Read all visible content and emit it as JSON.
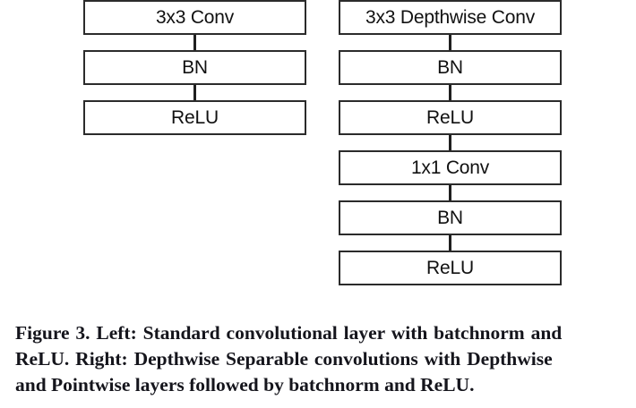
{
  "figure": {
    "label": "Figure 3.",
    "caption_lines": [
      "Figure 3. Left:  Standard convolutional layer with batchnorm and",
      "ReLU. Right: Depthwise Separable convolutions with Depthwise",
      "and Pointwise layers followed by batchnorm and ReLU."
    ],
    "caption_full": "Figure 3. Left: Standard convolutional layer with batchnorm and ReLU. Right: Depthwise Separable convolutions with Depthwise and Pointwise layers followed by batchnorm and ReLU.",
    "colors": {
      "box_border": "#2b2b2b",
      "box_fill": "#ffffff",
      "connector": "#1f1f1f",
      "text": "#111111",
      "caption_text": "#15151c",
      "background": "#ffffff"
    },
    "diagram": {
      "type": "flowchart",
      "orientation": "vertical",
      "columns": [
        {
          "name": "standard-convolution",
          "title": "Left: Standard convolutional layer",
          "nodes": [
            {
              "id": "left-conv",
              "label": "3x3 Conv"
            },
            {
              "id": "left-bn",
              "label": "BN"
            },
            {
              "id": "left-relu",
              "label": "ReLU"
            }
          ]
        },
        {
          "name": "depthwise-separable-convolution",
          "title": "Right: Depthwise Separable convolutions",
          "nodes": [
            {
              "id": "right-dwconv",
              "label": "3x3 Depthwise Conv"
            },
            {
              "id": "right-bn-1",
              "label": "BN"
            },
            {
              "id": "right-relu-1",
              "label": "ReLU"
            },
            {
              "id": "right-pwconv",
              "label": "1x1 Conv"
            },
            {
              "id": "right-bn-2",
              "label": "BN"
            },
            {
              "id": "right-relu-2",
              "label": "ReLU"
            }
          ]
        }
      ]
    }
  }
}
